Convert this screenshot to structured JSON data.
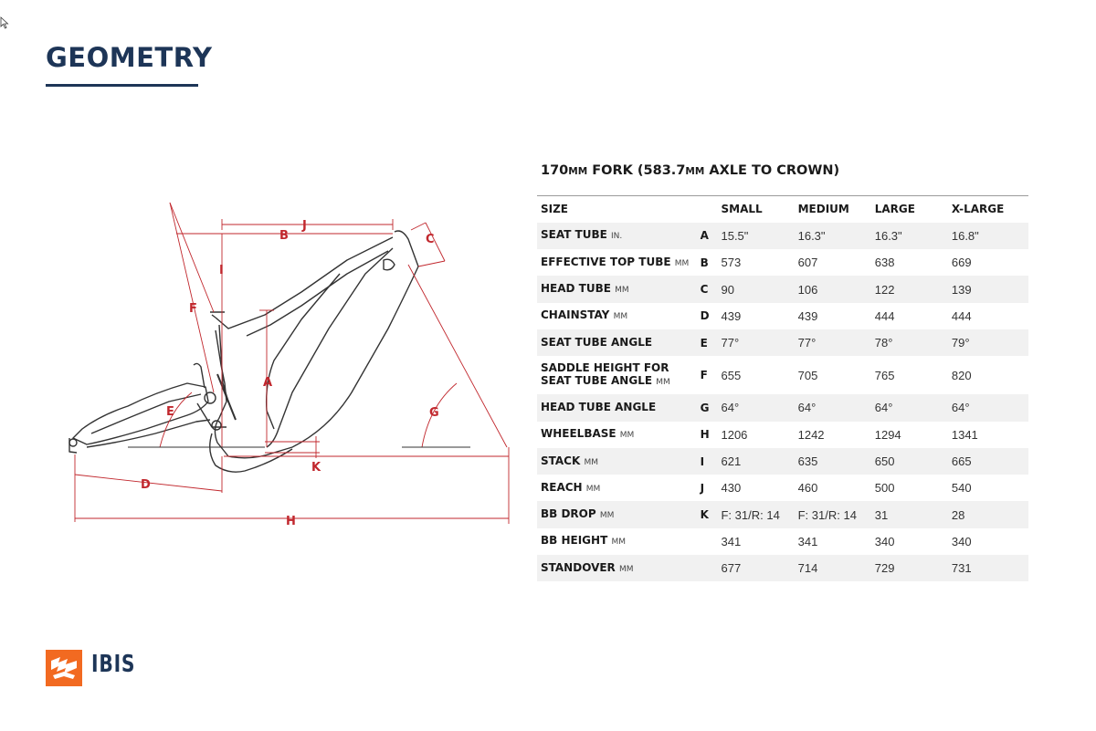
{
  "header": {
    "title": "GEOMETRY"
  },
  "table_title": {
    "prefix": "170",
    "unit1": "MM",
    "mid": " FORK (583.7",
    "unit2": "MM",
    "suffix": " AXLE TO CROWN)"
  },
  "columns": {
    "size": "SIZE",
    "sizes": [
      "SMALL",
      "MEDIUM",
      "LARGE",
      "X-LARGE"
    ]
  },
  "rows": [
    {
      "name": "SEAT TUBE",
      "unit": "IN.",
      "letter": "A",
      "values": [
        "15.5\"",
        "16.3\"",
        "16.3\"",
        "16.8\""
      ]
    },
    {
      "name": "EFFECTIVE TOP TUBE",
      "unit": "MM",
      "letter": "B",
      "values": [
        "573",
        "607",
        "638",
        "669"
      ]
    },
    {
      "name": "HEAD TUBE",
      "unit": "MM",
      "letter": "C",
      "values": [
        "90",
        "106",
        "122",
        "139"
      ]
    },
    {
      "name": "CHAINSTAY",
      "unit": "MM",
      "letter": "D",
      "values": [
        "439",
        "439",
        "444",
        "444"
      ]
    },
    {
      "name": "SEAT TUBE ANGLE",
      "unit": "",
      "letter": "E",
      "values": [
        "77°",
        "77°",
        "78°",
        "79°"
      ]
    },
    {
      "name": "SADDLE HEIGHT FOR",
      "name2": "SEAT TUBE ANGLE",
      "unit": "MM",
      "letter": "F",
      "values": [
        "655",
        "705",
        "765",
        "820"
      ]
    },
    {
      "name": "HEAD TUBE ANGLE",
      "unit": "",
      "letter": "G",
      "values": [
        "64°",
        "64°",
        "64°",
        "64°"
      ]
    },
    {
      "name": "WHEELBASE",
      "unit": "MM",
      "letter": "H",
      "values": [
        "1206",
        "1242",
        "1294",
        "1341"
      ]
    },
    {
      "name": "STACK",
      "unit": "MM",
      "letter": "I",
      "values": [
        "621",
        "635",
        "650",
        "665"
      ]
    },
    {
      "name": "REACH",
      "unit": "MM",
      "letter": "J",
      "values": [
        "430",
        "460",
        "500",
        "540"
      ]
    },
    {
      "name": "BB DROP",
      "unit": "MM",
      "letter": "K",
      "values": [
        "F: 31/R: 14",
        "F: 31/R: 14",
        "31",
        "28"
      ]
    },
    {
      "name": "BB HEIGHT",
      "unit": "MM",
      "letter": "",
      "values": [
        "341",
        "341",
        "340",
        "340"
      ]
    },
    {
      "name": "STANDOVER",
      "unit": "MM",
      "letter": "",
      "values": [
        "677",
        "714",
        "729",
        "731"
      ]
    }
  ],
  "diagram": {
    "labels": [
      "A",
      "B",
      "C",
      "D",
      "E",
      "F",
      "G",
      "H",
      "I",
      "J",
      "K"
    ]
  },
  "brand": {
    "name": "IBIS"
  },
  "colors": {
    "title_navy": "#1d3557",
    "dimension_red": "#c1272d",
    "logo_orange": "#f26a21"
  },
  "icons": {
    "cursor": "cursor-arrow-icon",
    "logo": "ibis-logo-icon"
  }
}
